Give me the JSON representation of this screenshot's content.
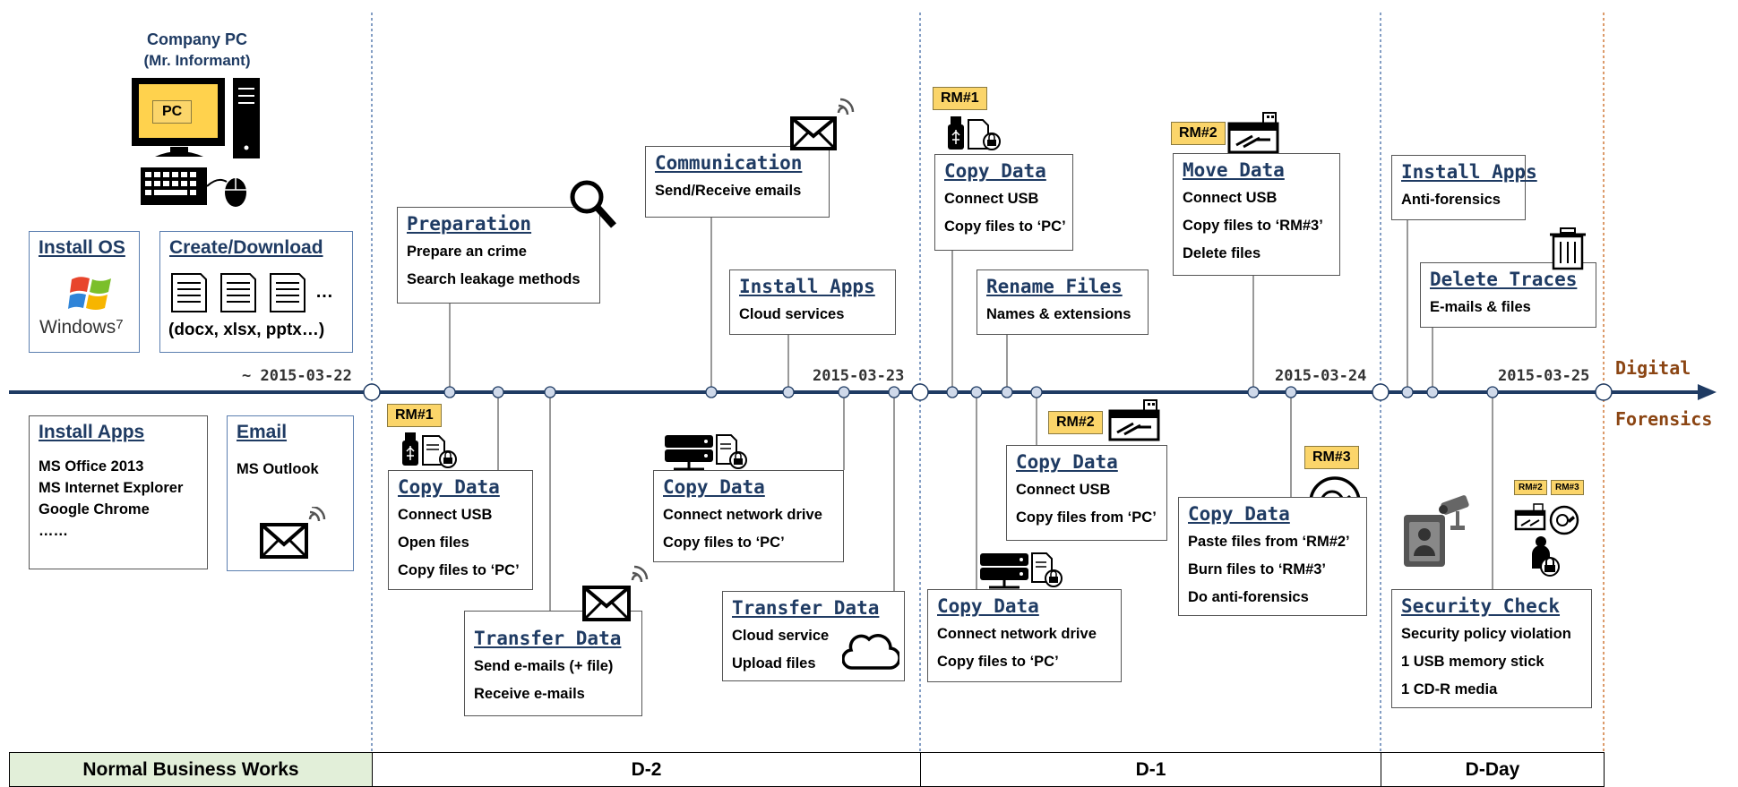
{
  "company_pc": {
    "title": "Company PC",
    "subtitle": "(Mr. Informant)",
    "screen_label": "PC"
  },
  "left_top": {
    "install_os": {
      "title": "Install OS",
      "logo_text": "Windows",
      "logo_version": "7"
    },
    "create_download": {
      "title": "Create/Download",
      "ellipsis": "…",
      "formats": "(docx, xlsx, pptx…)"
    }
  },
  "left_bottom": {
    "install_apps": {
      "title": "Install Apps",
      "lines": [
        "MS Office 2013",
        "MS Internet Explorer",
        "Google Chrome",
        "……"
      ]
    },
    "email": {
      "title": "Email",
      "lines": [
        "MS Outlook"
      ]
    }
  },
  "dates": [
    "~ 2015-03-22",
    "2015-03-23",
    "2015-03-24",
    "2015-03-25"
  ],
  "digital_forensics": [
    "Digital",
    "Forensics"
  ],
  "d2": {
    "preparation": {
      "title": "Preparation",
      "lines": [
        "Prepare an crime",
        "Search leakage methods"
      ]
    },
    "communication": {
      "title": "Communication",
      "lines": [
        "Send/Receive emails"
      ]
    },
    "install_apps": {
      "title": "Install Apps",
      "lines": [
        "Cloud services"
      ]
    },
    "copy_usb": {
      "tag": "RM#1",
      "title": "Copy Data",
      "lines": [
        "Connect USB",
        "Open files",
        "Copy files to ‘PC’"
      ]
    },
    "transfer_email": {
      "title": "Transfer Data",
      "lines": [
        "Send e-mails (+ file)",
        "Receive e-mails"
      ]
    },
    "copy_network": {
      "title": "Copy Data",
      "lines": [
        "Connect network drive",
        "Copy files to ‘PC’"
      ]
    },
    "transfer_cloud": {
      "title": "Transfer Data",
      "lines": [
        "Cloud service",
        "Upload files"
      ]
    }
  },
  "d1": {
    "copy_usb": {
      "tag": "RM#1",
      "title": "Copy Data",
      "lines": [
        "Connect USB",
        "Copy files to ‘PC’"
      ]
    },
    "rename": {
      "title": "Rename Files",
      "lines": [
        "Names & extensions"
      ]
    },
    "move": {
      "tag": "RM#2",
      "title": "Move Data",
      "lines": [
        "Connect USB",
        "Copy files to ‘RM#3’",
        "Delete files"
      ]
    },
    "copy_from_pc": {
      "tag": "RM#2",
      "title": "Copy Data",
      "lines": [
        "Connect USB",
        "Copy files from ‘PC’"
      ]
    },
    "copy_network": {
      "title": "Copy Data",
      "lines": [
        "Connect network drive",
        "Copy files to ‘PC’"
      ]
    },
    "copy_burn": {
      "tag": "RM#3",
      "title": "Copy Data",
      "lines": [
        "Paste files from ‘RM#2’",
        "Burn files to ‘RM#3’",
        "Do anti-forensics"
      ]
    }
  },
  "dday": {
    "install_apps": {
      "title": "Install Apps",
      "lines": [
        "Anti-forensics"
      ]
    },
    "delete_traces": {
      "title": "Delete Traces",
      "lines": [
        "E-mails & files"
      ]
    },
    "security_check": {
      "title": "Security Check",
      "lines": [
        "Security policy violation",
        "1 USB memory stick",
        "1 CD-R media"
      ],
      "tags": [
        "RM#2",
        "RM#3"
      ]
    }
  },
  "phases": [
    "Normal Business Works",
    "D-2",
    "D-1",
    "D-Day"
  ],
  "colors": {
    "timeline": "#1f3b63",
    "title_text": "#1f3b63",
    "tag_fill": "#fbd56a",
    "phase_normal_fill": "#e2efd9",
    "forensics_text": "#8b4513"
  }
}
